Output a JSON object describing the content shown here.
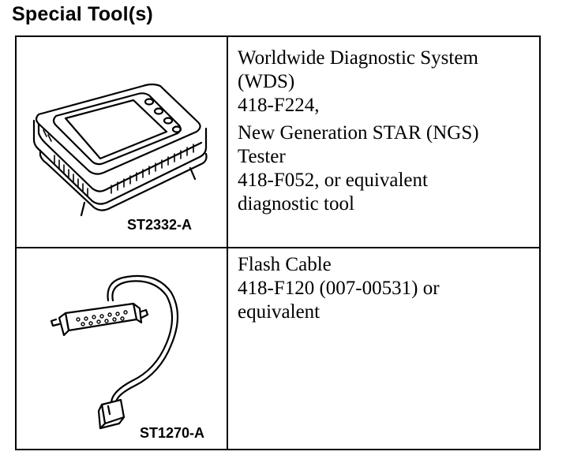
{
  "heading": "Special Tool(s)",
  "tools": [
    {
      "figure_id": "ST2332-A",
      "lines": [
        "Worldwide Diagnostic System",
        "(WDS)",
        "418-F224,",
        "New Generation STAR (NGS)",
        "Tester",
        "418-F052, or equivalent",
        "diagnostic tool"
      ]
    },
    {
      "figure_id": "ST1270-A",
      "lines": [
        "Flash Cable",
        "418-F120 (007-00531) or",
        "equivalent"
      ]
    }
  ]
}
